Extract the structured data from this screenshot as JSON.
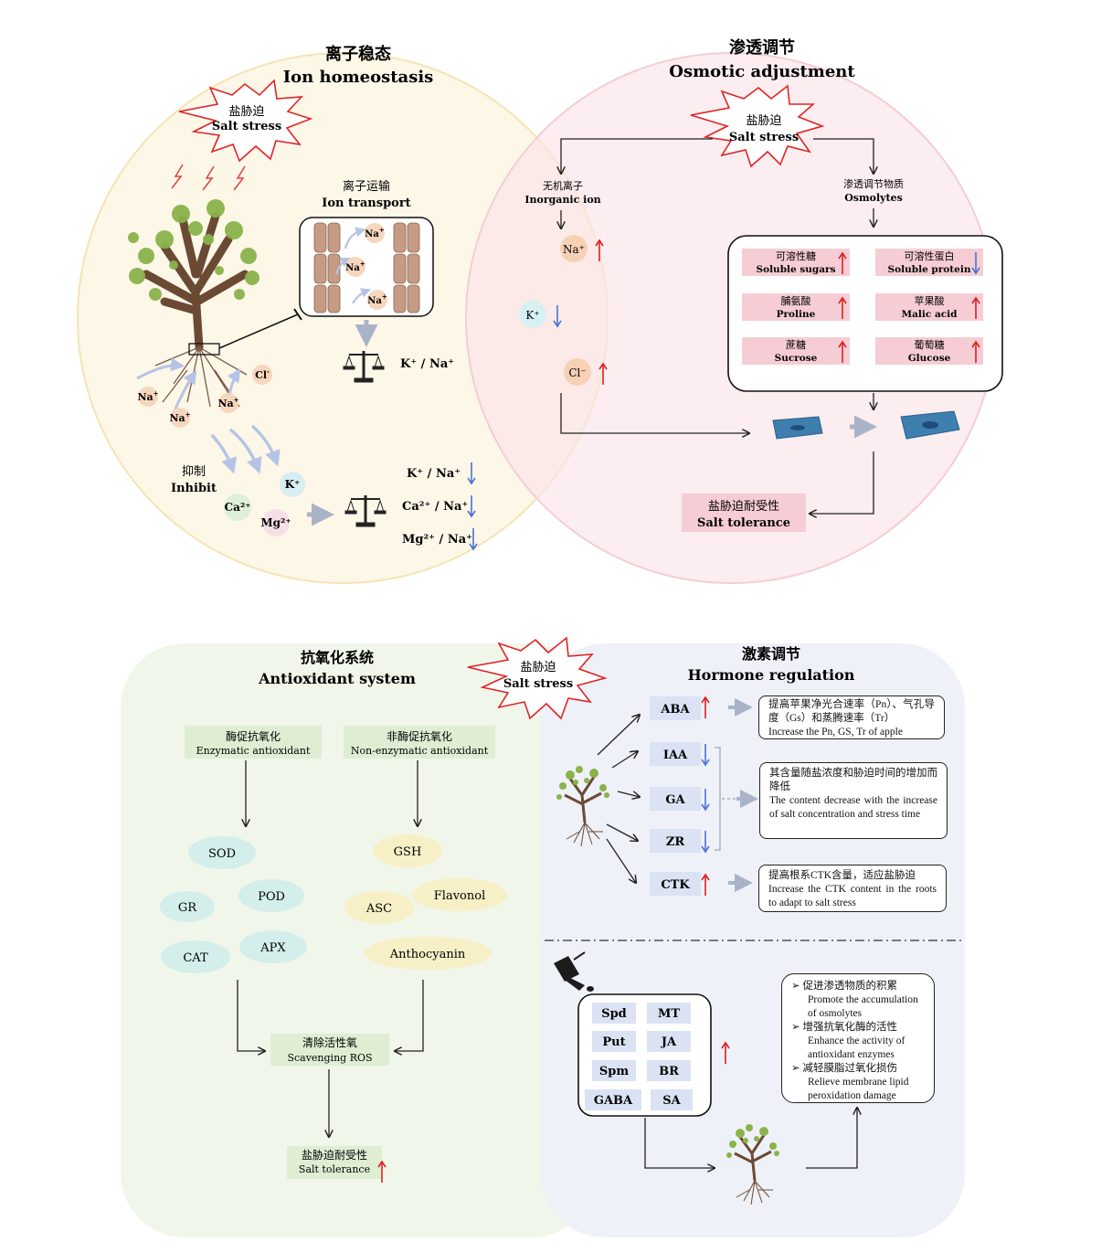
{
  "ion_homeostasis": {
    "title_zh": "离子稳态",
    "title_en": "Ion homeostasis",
    "stress_zh": "盐胁迫",
    "stress_en": "Salt stress",
    "transport_zh": "离子运输",
    "transport_en": "Ion transport",
    "na": "Na",
    "cl": "Cl",
    "ratio_top": "K⁺ / Na⁺",
    "inhibit_zh": "抑制",
    "inhibit_en": "Inhibit",
    "k": "K⁺",
    "ca": "Ca²⁺",
    "mg": "Mg²⁺",
    "ratios": [
      "K⁺ / Na⁺",
      "Ca²⁺ / Na⁺",
      "Mg²⁺ / Na⁺"
    ]
  },
  "osmotic": {
    "title_zh": "渗透调节",
    "title_en": "Osmotic adjustment",
    "stress_zh": "盐胁迫",
    "stress_en": "Salt stress",
    "inorganic_zh": "无机离子",
    "inorganic_en": "Inorganic ion",
    "osmolytes_zh": "渗透调节物质",
    "osmolytes_en": "Osmolytes",
    "na": "Na⁺",
    "k": "K⁺",
    "cl": "Cl⁻",
    "items": [
      {
        "zh": "可溶性糖",
        "en": "Soluble sugars",
        "dir": "up"
      },
      {
        "zh": "可溶性蛋白",
        "en": "Soluble protein",
        "dir": "down"
      },
      {
        "zh": "脯氨酸",
        "en": "Proline",
        "dir": "up"
      },
      {
        "zh": "苹果酸",
        "en": "Malic acid",
        "dir": "up"
      },
      {
        "zh": "蔗糖",
        "en": "Sucrose",
        "dir": "up"
      },
      {
        "zh": "葡萄糖",
        "en": "Glucose",
        "dir": "up"
      }
    ],
    "tolerance_zh": "盐胁迫耐受性",
    "tolerance_en": "Salt tolerance"
  },
  "antioxidant": {
    "title_zh": "抗氧化系统",
    "title_en": "Antioxidant system",
    "enzymatic_zh": "酶促抗氧化",
    "enzymatic_en": "Enzymatic antioxidant",
    "nonenzymatic_zh": "非酶促抗氧化",
    "nonenzymatic_en": "Non-enzymatic antioxidant",
    "enzymes": [
      "SOD",
      "GR",
      "POD",
      "CAT",
      "APX"
    ],
    "nonenzymes": [
      "GSH",
      "ASC",
      "Flavonol",
      "Anthocyanin"
    ],
    "ros_zh": "清除活性氧",
    "ros_en": "Scavenging ROS",
    "tolerance_zh": "盐胁迫耐受性",
    "tolerance_en": "Salt tolerance"
  },
  "center_stress": {
    "zh": "盐胁迫",
    "en": "Salt stress"
  },
  "hormone": {
    "title_zh": "激素调节",
    "title_en": "Hormone regulation",
    "hormones": [
      {
        "name": "ABA",
        "dir": "up"
      },
      {
        "name": "IAA",
        "dir": "down"
      },
      {
        "name": "GA",
        "dir": "down"
      },
      {
        "name": "ZR",
        "dir": "down"
      },
      {
        "name": "CTK",
        "dir": "up"
      }
    ],
    "note1_zh": "提高苹果净光合速率（Pn）、气孔导度（Gs）和蒸腾速率（Tr）",
    "note1_en": "Increase the Pn, GS, Tr of apple",
    "note2_zh": "其含量随盐浓度和胁迫时间的增加而降低",
    "note2_en": "The content decrease with the increase of salt concentration and stress time",
    "note3_zh": "提高根系CTK含量，适应盐胁迫",
    "note3_en": "Increase the CTK content in the roots to adapt to salt stress",
    "exogenous": [
      "Spd",
      "MT",
      "Put",
      "JA",
      "Spm",
      "BR",
      "GABA",
      "SA"
    ],
    "effects": [
      {
        "zh": "促进渗透物质的积累",
        "en": "Promote the accumulation of osmolytes"
      },
      {
        "zh": "增强抗氧化酶的活性",
        "en": "Enhance the activity of antioxidant enzymes"
      },
      {
        "zh": "减轻膜脂过氧化损伤",
        "en": "Relieve membrane lipid peroxidation damage"
      }
    ]
  }
}
